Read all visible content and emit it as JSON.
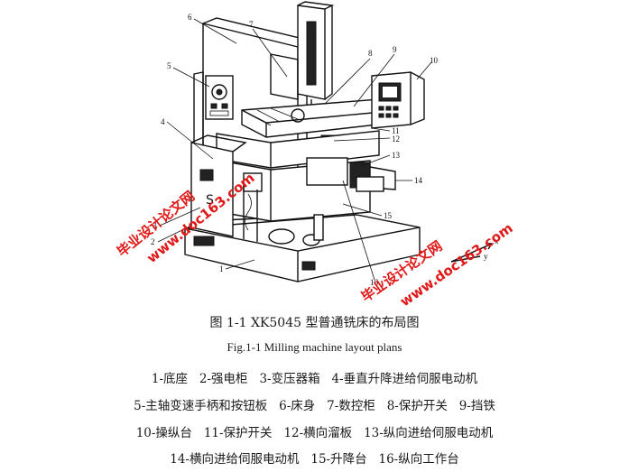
{
  "figure": {
    "part_labels": [
      "1",
      "2",
      "3",
      "4",
      "5",
      "6",
      "7",
      "8",
      "9",
      "10",
      "11",
      "12",
      "13",
      "14",
      "15",
      "16"
    ],
    "axis_labels": [
      "x",
      "y"
    ],
    "watermarks": [
      "毕业设计论文网",
      "www.doc163.com"
    ]
  },
  "captions": {
    "cn": "图 1-1 XK5045 型普通铣床的布局图",
    "en": "Fig.1-1 Milling machine layout plans"
  },
  "legend": [
    [
      "1-底座",
      "2-强电柜",
      "3-变压器箱",
      "4-垂直升降进给伺服电动机"
    ],
    [
      "5-主轴变速手柄和按钮板",
      "6-床身",
      "7-数控柜",
      "8-保护开关",
      "9-挡铁"
    ],
    [
      "10-操纵台",
      "11-保护开关",
      "12-横向溜板",
      "13-纵向进给伺服电动机"
    ],
    [
      "14-横向进给伺服电动机",
      "15-升降台",
      "16-纵向工作台"
    ]
  ]
}
